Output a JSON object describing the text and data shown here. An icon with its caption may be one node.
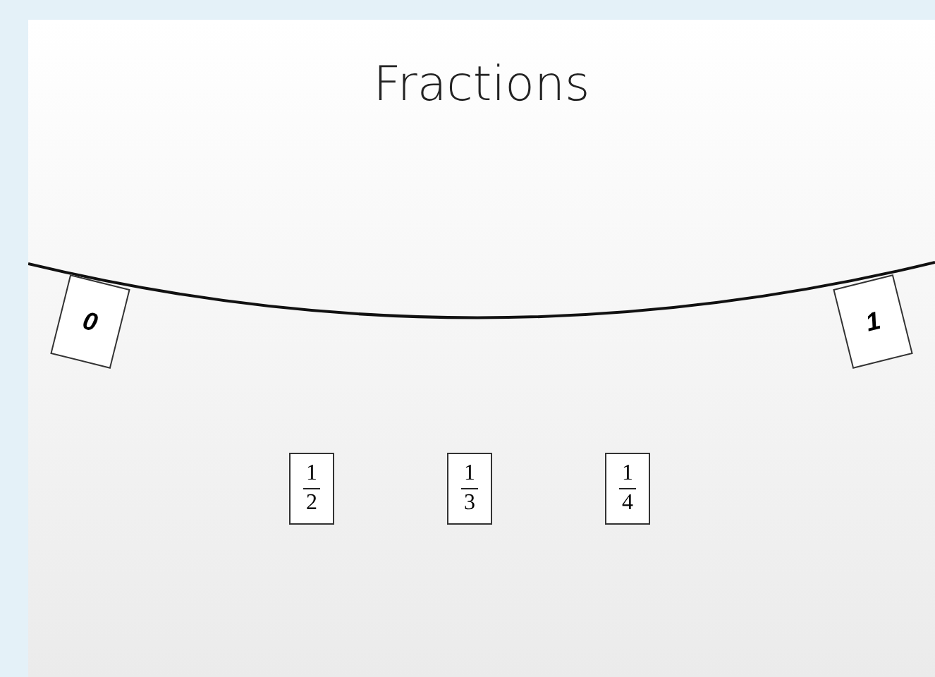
{
  "diagram": {
    "title": "Fractions",
    "nodes": [
      {
        "text": [
          "0"
        ]
      },
      {
        "text": [
          "1"
        ]
      },
      {
        "text": [
          "1",
          "2"
        ]
      },
      {
        "text": [
          "1",
          "3"
        ]
      },
      {
        "text": [
          "1",
          "4"
        ]
      }
    ]
  }
}
